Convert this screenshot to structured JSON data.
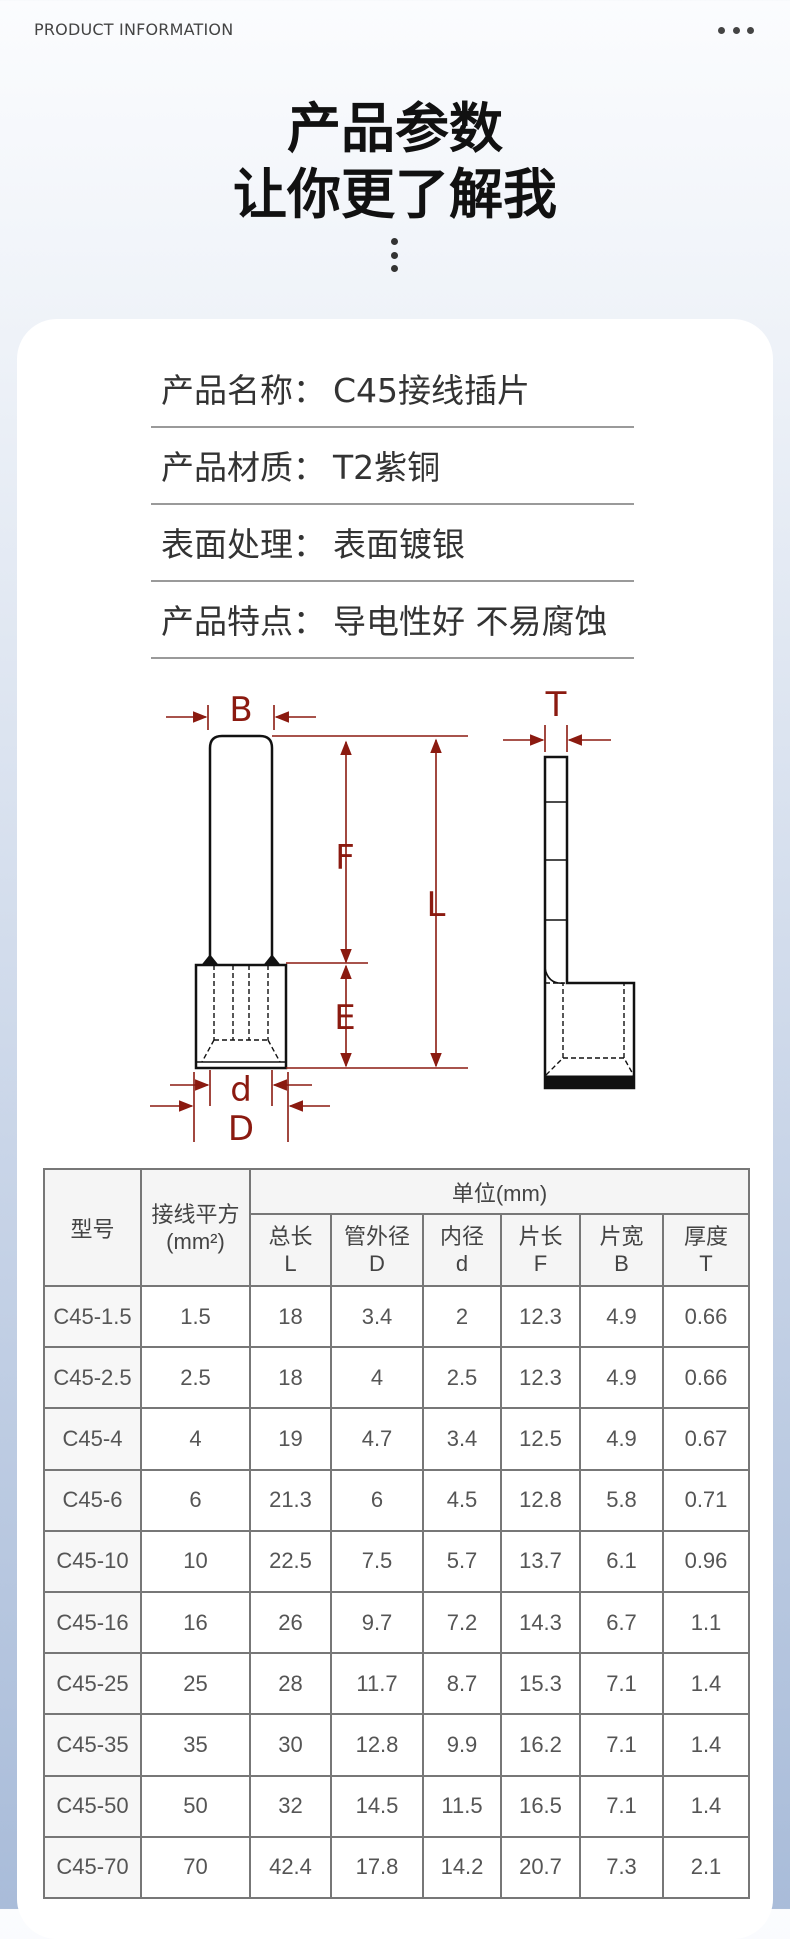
{
  "header": {
    "label": "PRODUCT INFORMATION",
    "more_icon": "more-horizontal-icon"
  },
  "hero": {
    "line1": "产品参数",
    "line2": "让你更了解我",
    "dots_icon": "more-vertical-icon"
  },
  "specs": [
    {
      "key": "产品名称：",
      "value": "C45接线插片"
    },
    {
      "key": "产品材质：",
      "value": "T2紫铜"
    },
    {
      "key": "表面处理：",
      "value": "表面镀银"
    },
    {
      "key": "产品特点：",
      "value": "导电性好 不易腐蚀"
    }
  ],
  "diagram": {
    "labels": {
      "B": "B",
      "F": "F",
      "L": "L",
      "E": "E",
      "d": "d",
      "D": "D",
      "T": "T"
    },
    "dimension_color": "#8b1a10"
  },
  "table": {
    "col_model": "型号",
    "col_area_line1": "接线平方",
    "col_area_line2": "(mm²)",
    "unit_header": "单位(mm)",
    "sub_headers": [
      {
        "top": "总长",
        "bottom": "L"
      },
      {
        "top": "管外径",
        "bottom": "D"
      },
      {
        "top": "内径",
        "bottom": "d"
      },
      {
        "top": "片长",
        "bottom": "F"
      },
      {
        "top": "片宽",
        "bottom": "B"
      },
      {
        "top": "厚度",
        "bottom": "T"
      }
    ],
    "rows": [
      [
        "C45-1.5",
        "1.5",
        "18",
        "3.4",
        "2",
        "12.3",
        "4.9",
        "0.66"
      ],
      [
        "C45-2.5",
        "2.5",
        "18",
        "4",
        "2.5",
        "12.3",
        "4.9",
        "0.66"
      ],
      [
        "C45-4",
        "4",
        "19",
        "4.7",
        "3.4",
        "12.5",
        "4.9",
        "0.67"
      ],
      [
        "C45-6",
        "6",
        "21.3",
        "6",
        "4.5",
        "12.8",
        "5.8",
        "0.71"
      ],
      [
        "C45-10",
        "10",
        "22.5",
        "7.5",
        "5.7",
        "13.7",
        "6.1",
        "0.96"
      ],
      [
        "C45-16",
        "16",
        "26",
        "9.7",
        "7.2",
        "14.3",
        "6.7",
        "1.1"
      ],
      [
        "C45-25",
        "25",
        "28",
        "11.7",
        "8.7",
        "15.3",
        "7.1",
        "1.4"
      ],
      [
        "C45-35",
        "35",
        "30",
        "12.8",
        "9.9",
        "16.2",
        "7.1",
        "1.4"
      ],
      [
        "C45-50",
        "50",
        "32",
        "14.5",
        "11.5",
        "16.5",
        "7.1",
        "1.4"
      ],
      [
        "C45-70",
        "70",
        "42.4",
        "17.8",
        "14.2",
        "20.7",
        "7.3",
        "2.1"
      ]
    ]
  }
}
